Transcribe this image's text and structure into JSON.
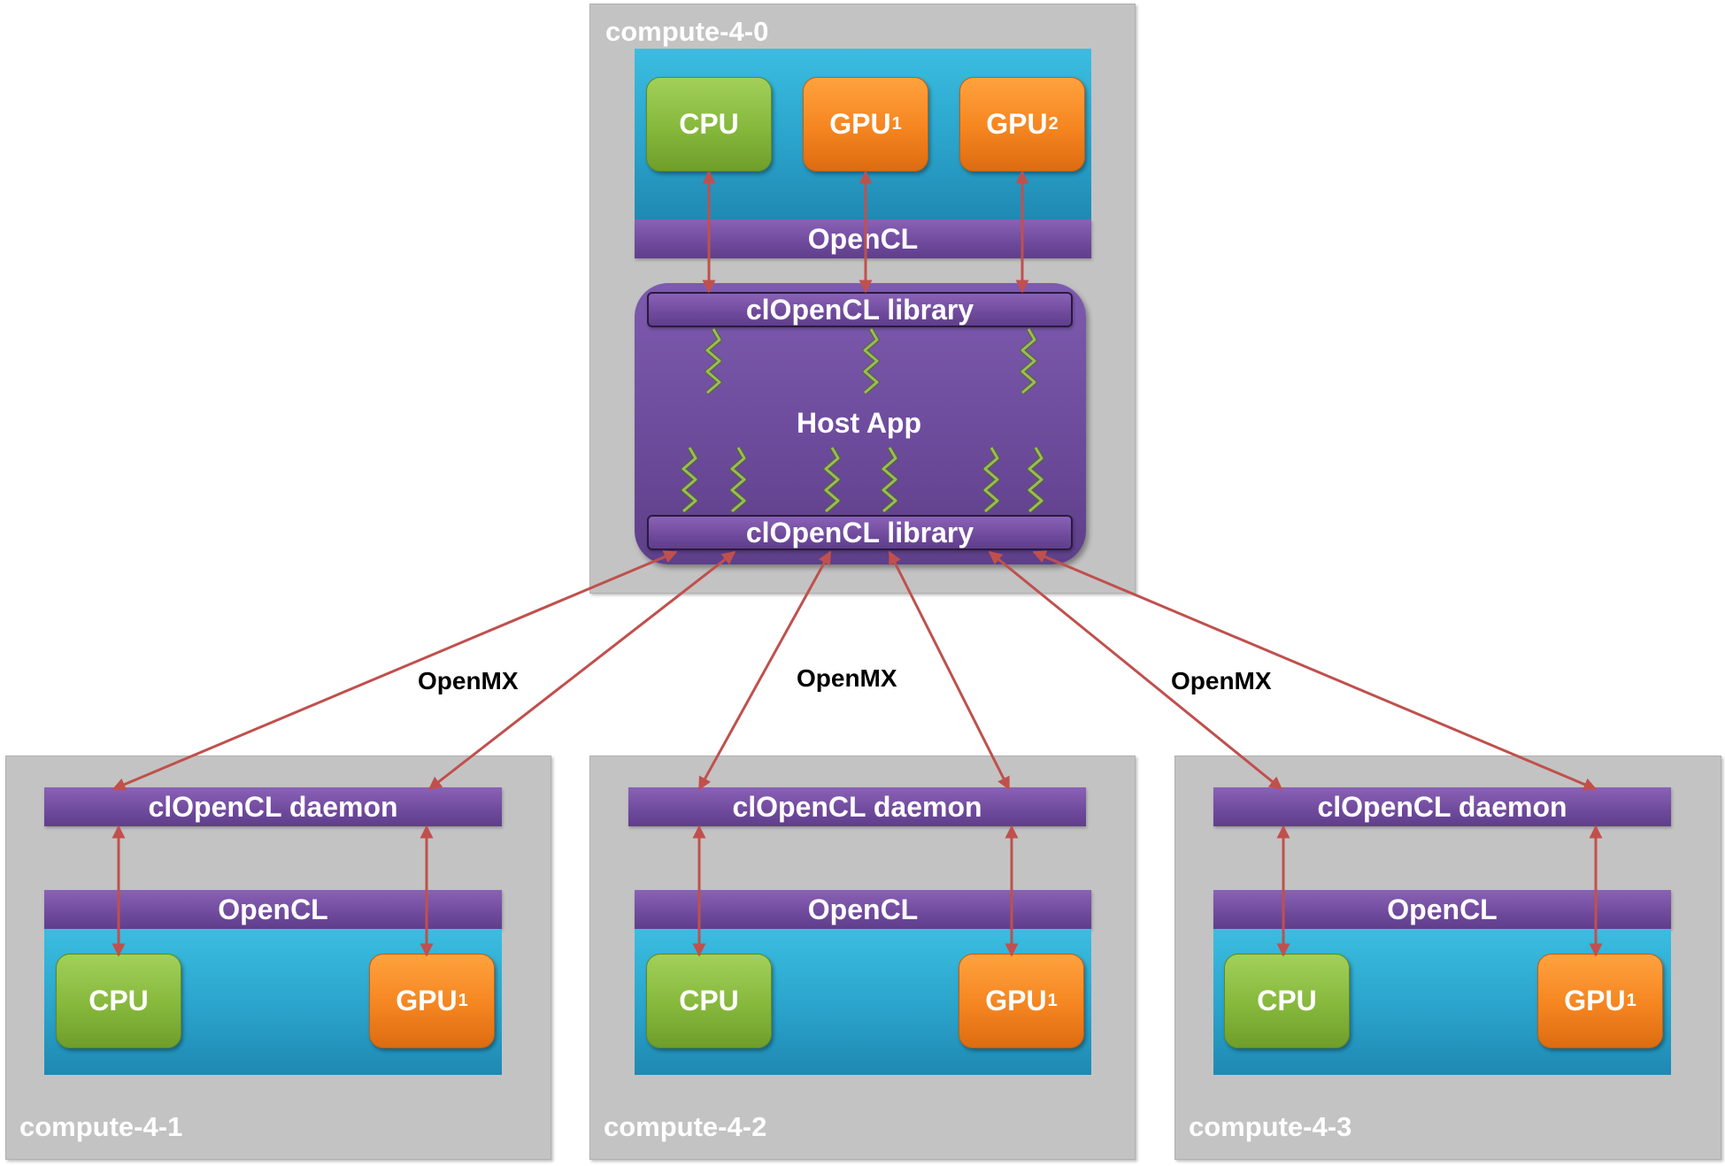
{
  "nodes": {
    "master": {
      "name": "compute-4-0"
    },
    "worker1": {
      "name": "compute-4-1"
    },
    "worker2": {
      "name": "compute-4-2"
    },
    "worker3": {
      "name": "compute-4-3"
    }
  },
  "labels": {
    "opencl": "OpenCL",
    "library": "clOpenCL library",
    "host_app": "Host App",
    "daemon": "clOpenCL daemon",
    "cpu": "CPU",
    "gpu": "GPU",
    "gpu_index_1": "1",
    "gpu_index_2": "2",
    "link": "OpenMX"
  },
  "colors": {
    "node_bg": "#c3c3c3",
    "hardware_panel": "#2aa3cb",
    "software_layer": "#6f4a9c",
    "cpu": "#86b83c",
    "gpu": "#f58520",
    "arrow": "#c0504d",
    "thread": "#9bbb59"
  }
}
